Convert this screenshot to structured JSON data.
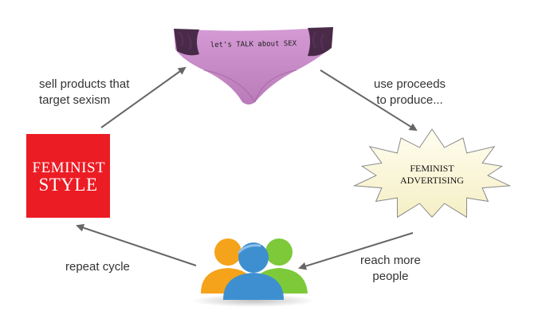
{
  "nodes": {
    "product": {
      "print_text": "let's TALK about SEX"
    },
    "advertising": {
      "line1": "FEMINIST",
      "line2": "ADVERTISING"
    },
    "brand": {
      "logo_text": "FEMINIST STYLE"
    }
  },
  "edges": {
    "sell": "sell products that\ntarget sexism",
    "proceeds": "use proceeds\nto produce...",
    "reach": "reach more\npeople",
    "repeat": "repeat cycle"
  },
  "colors": {
    "arrow": "#666666",
    "underwear": "#c98ac9",
    "lace": "#3a1f3a",
    "burst_fill": "#fbf7d6",
    "logo_red": "#ec1c24",
    "person_orange": "#f5a31a",
    "person_blue": "#3d8fd0",
    "person_green": "#7dc93a"
  }
}
